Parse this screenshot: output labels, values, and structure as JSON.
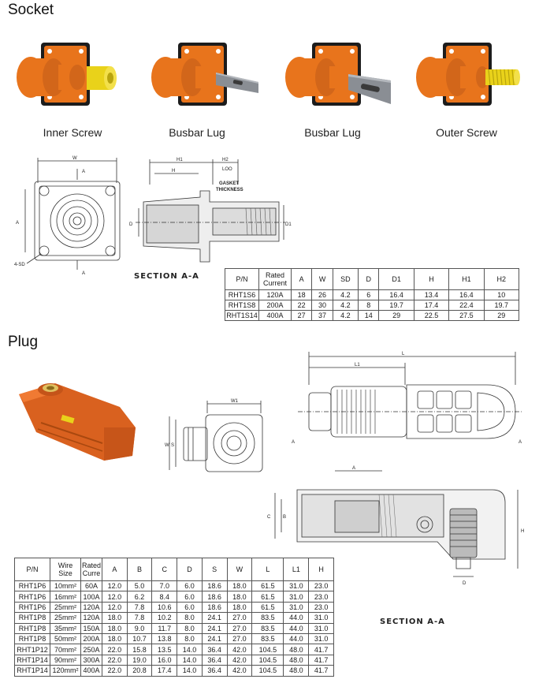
{
  "socket": {
    "title": "Socket",
    "products": [
      {
        "caption": "Inner Screw"
      },
      {
        "caption": "Busbar Lug"
      },
      {
        "caption": "Busbar Lug"
      },
      {
        "caption": "Outer Screw"
      }
    ],
    "drawing_labels": {
      "w": "W",
      "a_arrow": "A",
      "a_dim": "A",
      "sd": "4-SD",
      "h1": "H1",
      "h2": "H2",
      "h": "H",
      "loo": "LOO",
      "gasket": "GASKET",
      "thickness": "THICKNESS",
      "d": "D",
      "d1": "D1",
      "section": "SECTION  A-A"
    },
    "table": {
      "headers": [
        "P/N",
        "Rated Current",
        "A",
        "W",
        "SD",
        "D",
        "D1",
        "H",
        "H1",
        "H2"
      ],
      "rows": [
        [
          "RHT1S6",
          "120A",
          "18",
          "26",
          "4.2",
          "6",
          "16.4",
          "13.4",
          "16.4",
          "10"
        ],
        [
          "RHT1S8",
          "200A",
          "22",
          "30",
          "4.2",
          "8",
          "19.7",
          "17.4",
          "22.4",
          "19.7"
        ],
        [
          "RHT1S14",
          "400A",
          "27",
          "37",
          "4.2",
          "14",
          "29",
          "22.5",
          "27.5",
          "29"
        ]
      ]
    }
  },
  "plug": {
    "title": "Plug",
    "drawing_labels": {
      "w1": "W1",
      "w": "W",
      "s": "S",
      "l": "L",
      "l1": "L1",
      "a": "A",
      "dia_a": "A",
      "c": "C",
      "b": "B",
      "h": "H",
      "d": "D",
      "section": "SECTION   A-A"
    },
    "table": {
      "headers": [
        "P/N",
        "Wire Size",
        "Rated Curre",
        "A",
        "B",
        "C",
        "D",
        "S",
        "W",
        "L",
        "L1",
        "H"
      ],
      "rows": [
        [
          "RHT1P6",
          "10mm²",
          "60A",
          "12.0",
          "5.0",
          "7.0",
          "6.0",
          "18.6",
          "18.0",
          "61.5",
          "31.0",
          "23.0"
        ],
        [
          "RHT1P6",
          "16mm²",
          "100A",
          "12.0",
          "6.2",
          "8.4",
          "6.0",
          "18.6",
          "18.0",
          "61.5",
          "31.0",
          "23.0"
        ],
        [
          "RHT1P6",
          "25mm²",
          "120A",
          "12.0",
          "7.8",
          "10.6",
          "6.0",
          "18.6",
          "18.0",
          "61.5",
          "31.0",
          "23.0"
        ],
        [
          "RHT1P8",
          "25mm²",
          "120A",
          "18.0",
          "7.8",
          "10.2",
          "8.0",
          "24.1",
          "27.0",
          "83.5",
          "44.0",
          "31.0"
        ],
        [
          "RHT1P8",
          "35mm²",
          "150A",
          "18.0",
          "9.0",
          "11.7",
          "8.0",
          "24.1",
          "27.0",
          "83.5",
          "44.0",
          "31.0"
        ],
        [
          "RHT1P8",
          "50mm²",
          "200A",
          "18.0",
          "10.7",
          "13.8",
          "8.0",
          "24.1",
          "27.0",
          "83.5",
          "44.0",
          "31.0"
        ],
        [
          "RHT1P12",
          "70mm²",
          "250A",
          "22.0",
          "15.8",
          "13.5",
          "14.0",
          "36.4",
          "42.0",
          "104.5",
          "48.0",
          "41.7"
        ],
        [
          "RHT1P14",
          "90mm²",
          "300A",
          "22.0",
          "19.0",
          "16.0",
          "14.0",
          "36.4",
          "42.0",
          "104.5",
          "48.0",
          "41.7"
        ],
        [
          "RHT1P14",
          "120mm²",
          "400A",
          "22.0",
          "20.8",
          "17.4",
          "14.0",
          "36.4",
          "42.0",
          "104.5",
          "48.0",
          "41.7"
        ]
      ]
    }
  },
  "colors": {
    "orange": "#e8741c",
    "orange_dark": "#b9540c",
    "black_flange": "#1c1c1c",
    "yellow": "#e9d21a",
    "steel": "#8a8e94"
  }
}
